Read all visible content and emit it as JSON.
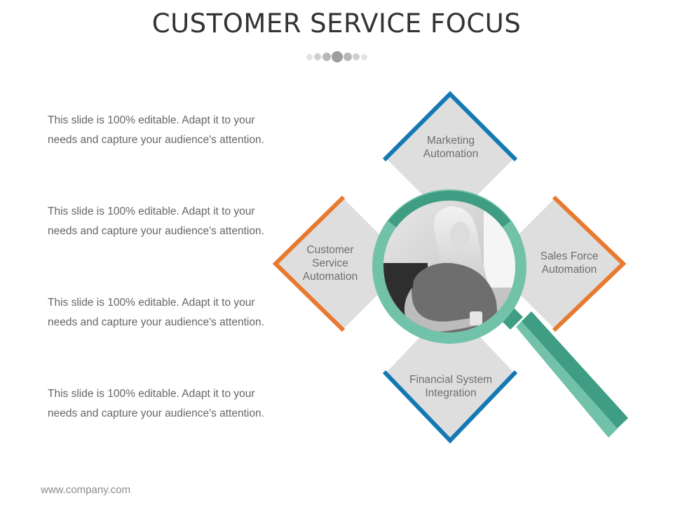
{
  "title": "CUSTOMER SERVICE FOCUS",
  "paragraphs": [
    {
      "line1": "This slide is 100% editable. Adapt it to your",
      "line2": "needs and capture your audience's attention."
    },
    {
      "line1": "This slide is 100% editable. Adapt it to your",
      "line2": "needs and capture your audience's attention."
    },
    {
      "line1": "This slide is 100% editable. Adapt it to your",
      "line2": "needs and capture your audience's attention."
    },
    {
      "line1": "This slide is 100% editable. Adapt it to your",
      "line2": "needs and capture your audience's attention."
    }
  ],
  "diagram": {
    "top": {
      "line1": "Marketing",
      "line2": "Automation"
    },
    "left": {
      "line1": "Customer",
      "line2": "Service",
      "line3": "Automation"
    },
    "right": {
      "line1": "Sales Force",
      "line2": "Automation"
    },
    "bottom": {
      "line1": "Financial System",
      "line2": "Integration"
    }
  },
  "footer": "www.company.com",
  "colors": {
    "blue": "#1479b3",
    "orange": "#e8792f",
    "teal": "#72c2aa",
    "teal_dark": "#3f9d83",
    "tile": "#dedede"
  },
  "icons": {
    "center": "magnifying-glass-icon",
    "photo": "woman-photo-placeholder"
  }
}
